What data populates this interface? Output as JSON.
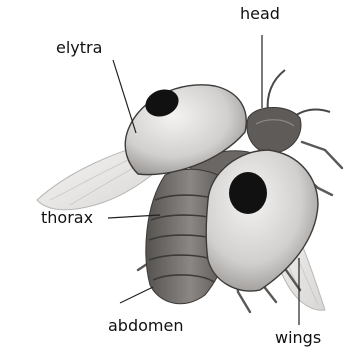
{
  "labels": {
    "head": "head",
    "elytra": "elytra",
    "thorax": "thorax",
    "abdomen": "abdomen",
    "wings": "wings"
  },
  "colors": {
    "background": "#ffffff",
    "ink": "#222222",
    "wing": "#eceae8",
    "shell": "#d6d4d2",
    "spot": "#111111",
    "body": "#6f6c69"
  }
}
